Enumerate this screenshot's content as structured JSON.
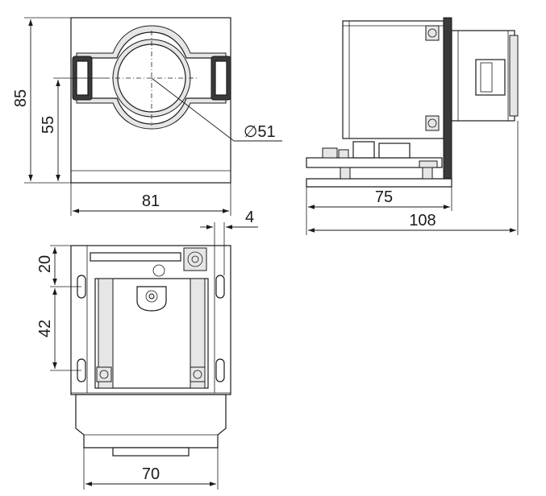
{
  "drawing": {
    "front_view": {
      "width_label": "81",
      "height_label": "85",
      "center_height_label": "55",
      "diameter_label": "∅51"
    },
    "side_view": {
      "base_length_label": "75",
      "total_length_label": "108"
    },
    "bottom_view": {
      "offset_top_label": "20",
      "slot_spacing_label": "42",
      "edge_offset_label": "4",
      "mount_width_label": "70"
    }
  }
}
